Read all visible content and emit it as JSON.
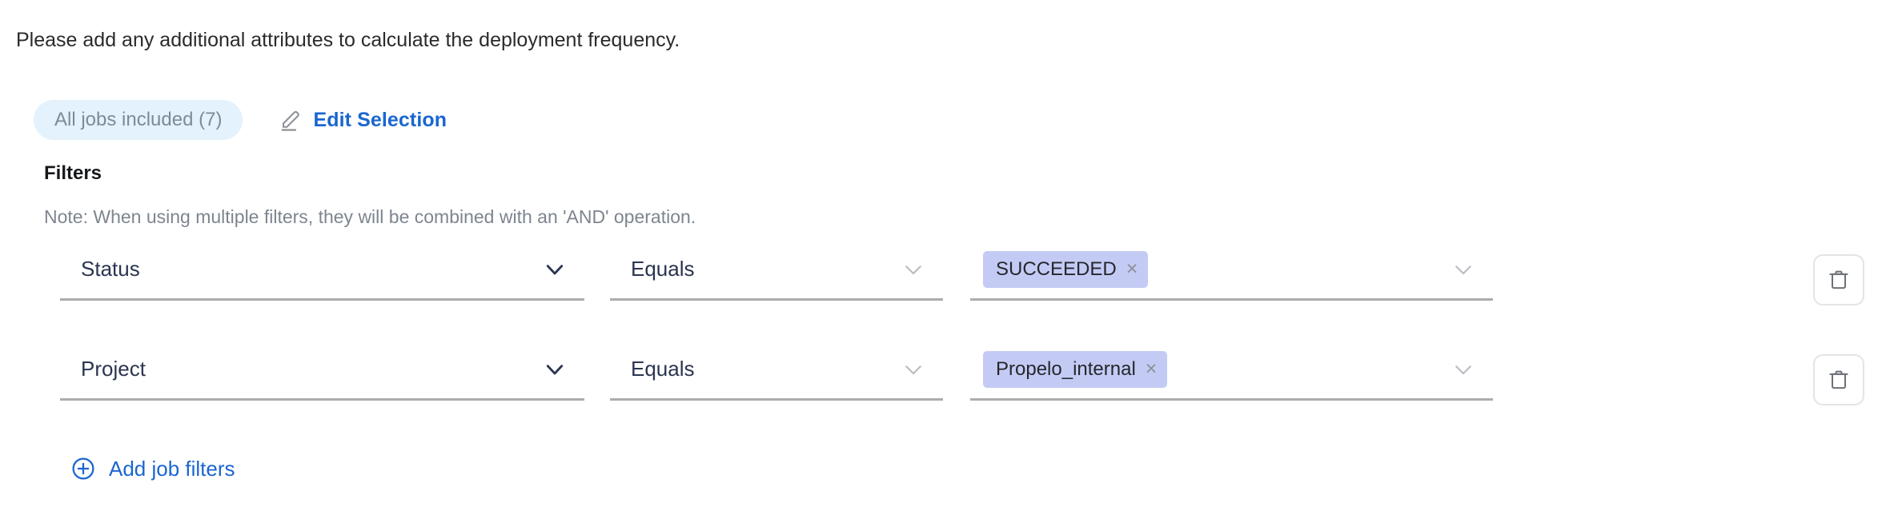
{
  "intro": {
    "text": "Please add any additional attributes to calculate the deployment frequency."
  },
  "selection": {
    "jobs_pill_label": "All jobs included (7)",
    "edit_label": "Edit Selection",
    "pencil_icon": "pencil-icon"
  },
  "filters": {
    "heading": "Filters",
    "note": "Note: When using multiple filters, they will be combined with an 'AND' operation.",
    "rows": [
      {
        "attribute": "Status",
        "operator": "Equals",
        "value": "SUCCEEDED",
        "remove_chip_label": "×",
        "delete_icon": "trash-icon"
      },
      {
        "attribute": "Project",
        "operator": "Equals",
        "value": "Propelo_internal",
        "remove_chip_label": "×",
        "delete_icon": "trash-icon"
      }
    ],
    "add_filters_label": "Add job filters",
    "add_filters_icon": "plus-circle-icon"
  },
  "colors": {
    "link_blue": "#1a66d0",
    "pill_bg": "#e3f2fd",
    "pill_text": "#808a95",
    "chip_bg": "#c3cbf5",
    "chip_text": "#25272b",
    "field_text": "#2b3550",
    "underline": "#acacac",
    "note_text": "#7d858f"
  }
}
